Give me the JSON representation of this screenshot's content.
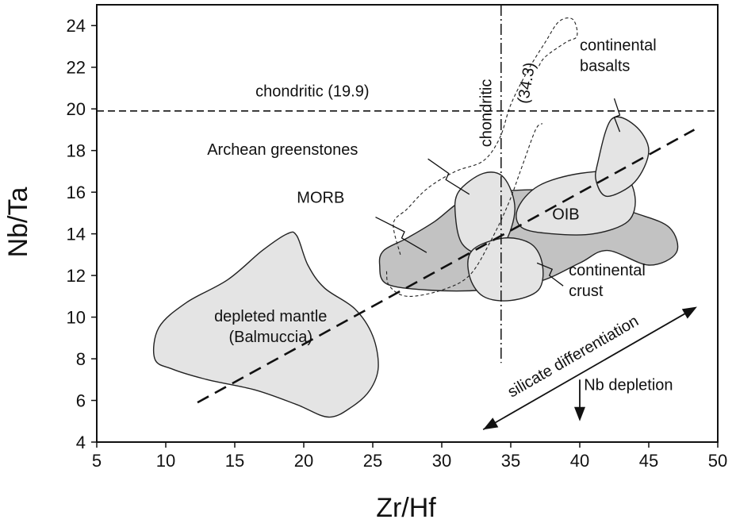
{
  "chart_data": {
    "type": "scatter",
    "xlabel": "Zr/Hf",
    "ylabel": "Nb/Ta",
    "xlim": [
      5,
      50
    ],
    "ylim": [
      4,
      25
    ],
    "x_ticks": [
      5,
      10,
      15,
      20,
      25,
      30,
      35,
      40,
      45,
      50
    ],
    "y_ticks": [
      4,
      6,
      8,
      10,
      12,
      14,
      16,
      18,
      20,
      22,
      24
    ],
    "grid": false,
    "legend": "none",
    "reference_lines": [
      {
        "orientation": "horizontal",
        "value": 19.9,
        "label": "chondritic (19.9)"
      },
      {
        "orientation": "vertical",
        "value": 34.3,
        "label": "chondritic",
        "label2": "(34.3)"
      }
    ],
    "trend_line": {
      "x": [
        12.3,
        48.3
      ],
      "y": [
        5.9,
        19.0
      ]
    },
    "fields": [
      {
        "name": "depleted mantle",
        "label_lines": [
          "depleted mantle",
          "(Balmuccia)"
        ],
        "fill": "#e4e4e4",
        "outline": [
          [
            9.2,
            8.0
          ],
          [
            9.5,
            9.5
          ],
          [
            11.5,
            10.7
          ],
          [
            14.5,
            11.8
          ],
          [
            17.0,
            13.2
          ],
          [
            18.8,
            14.0
          ],
          [
            19.5,
            13.9
          ],
          [
            20.3,
            12.5
          ],
          [
            21.5,
            11.4
          ],
          [
            23.7,
            10.4
          ],
          [
            25.0,
            9.1
          ],
          [
            25.4,
            7.6
          ],
          [
            24.8,
            6.5
          ],
          [
            23.5,
            5.7
          ],
          [
            21.8,
            5.2
          ],
          [
            19.5,
            5.8
          ],
          [
            16.5,
            6.5
          ],
          [
            13.0,
            7.0
          ],
          [
            10.5,
            7.5
          ]
        ]
      },
      {
        "name": "MORB",
        "label_lines": [
          "MORB"
        ],
        "fill": "#c2c2c2",
        "outline": [
          [
            25.5,
            12.5
          ],
          [
            25.8,
            13.2
          ],
          [
            27.5,
            13.8
          ],
          [
            29.5,
            14.6
          ],
          [
            31.5,
            15.6
          ],
          [
            33.8,
            16.0
          ],
          [
            37.5,
            16.1
          ],
          [
            40.5,
            15.7
          ],
          [
            44.0,
            15.0
          ],
          [
            46.5,
            14.3
          ],
          [
            47.0,
            13.1
          ],
          [
            45.0,
            12.5
          ],
          [
            42.0,
            13.2
          ],
          [
            40.0,
            12.6
          ],
          [
            37.0,
            11.7
          ],
          [
            33.0,
            11.3
          ],
          [
            29.0,
            11.3
          ],
          [
            26.0,
            11.6
          ]
        ]
      },
      {
        "name": "Archean greenstones",
        "label_lines": [
          "Archean greenstones"
        ],
        "fill": "#e4e4e4",
        "outline": [
          [
            31.2,
            16.0
          ],
          [
            33.0,
            16.9
          ],
          [
            34.5,
            16.7
          ],
          [
            35.3,
            15.2
          ],
          [
            34.5,
            13.5
          ],
          [
            33.0,
            13.0
          ],
          [
            31.5,
            13.5
          ],
          [
            31.0,
            14.8
          ]
        ]
      },
      {
        "name": "OIB",
        "label_lines": [
          "OIB"
        ],
        "fill": "#e4e4e4",
        "outline": [
          [
            35.5,
            15.2
          ],
          [
            37.0,
            16.3
          ],
          [
            40.0,
            16.9
          ],
          [
            43.0,
            16.9
          ],
          [
            44.0,
            15.8
          ],
          [
            43.5,
            14.6
          ],
          [
            41.0,
            14.0
          ],
          [
            38.0,
            14.0
          ],
          [
            35.8,
            14.3
          ]
        ]
      },
      {
        "name": "continental basalts",
        "label_lines": [
          "continental",
          "basalts"
        ],
        "fill": "#e4e4e4",
        "outline": [
          [
            41.3,
            17.4
          ],
          [
            42.3,
            19.5
          ],
          [
            44.0,
            19.2
          ],
          [
            45.0,
            18.0
          ],
          [
            44.0,
            16.5
          ],
          [
            42.0,
            15.8
          ],
          [
            41.2,
            16.5
          ]
        ]
      },
      {
        "name": "continental crust",
        "label_lines": [
          "continental",
          "crust"
        ],
        "fill": "#e4e4e4",
        "outline": [
          [
            32.2,
            13.2
          ],
          [
            34.5,
            13.8
          ],
          [
            36.5,
            13.5
          ],
          [
            37.3,
            12.5
          ],
          [
            37.0,
            11.3
          ],
          [
            35.0,
            10.8
          ],
          [
            33.0,
            11.0
          ],
          [
            32.0,
            12.0
          ]
        ]
      }
    ],
    "dashed_envelope": {
      "outline": [
        [
          27.0,
          13.0
        ],
        [
          26.5,
          14.5
        ],
        [
          27.5,
          15.2
        ],
        [
          29.0,
          16.2
        ],
        [
          31.0,
          17.0
        ],
        [
          33.0,
          17.5
        ],
        [
          34.2,
          18.6
        ],
        [
          35.0,
          20.2
        ],
        [
          36.2,
          21.8
        ],
        [
          37.5,
          23.2
        ],
        [
          38.5,
          24.2
        ],
        [
          39.5,
          24.3
        ],
        [
          39.8,
          23.5
        ],
        [
          39.0,
          23.2
        ],
        [
          37.5,
          22.5
        ],
        [
          37.0,
          22.0
        ]
      ],
      "inner": [
        [
          26.0,
          12.2
        ],
        [
          26.2,
          11.5
        ],
        [
          27.5,
          11.0
        ],
        [
          30.0,
          11.3
        ],
        [
          32.0,
          12.0
        ],
        [
          33.5,
          13.6
        ],
        [
          34.8,
          15.4
        ],
        [
          35.8,
          17.2
        ],
        [
          36.8,
          19.0
        ],
        [
          37.3,
          19.3
        ]
      ]
    },
    "arrows": [
      {
        "label": "silicate differentiation",
        "from": [
          33.0,
          4.6
        ],
        "to": [
          48.5,
          10.5
        ],
        "double": true
      },
      {
        "label": "Nb depletion",
        "from": [
          40.0,
          7.0
        ],
        "to": [
          40.0,
          5.0
        ],
        "double": false
      }
    ]
  }
}
